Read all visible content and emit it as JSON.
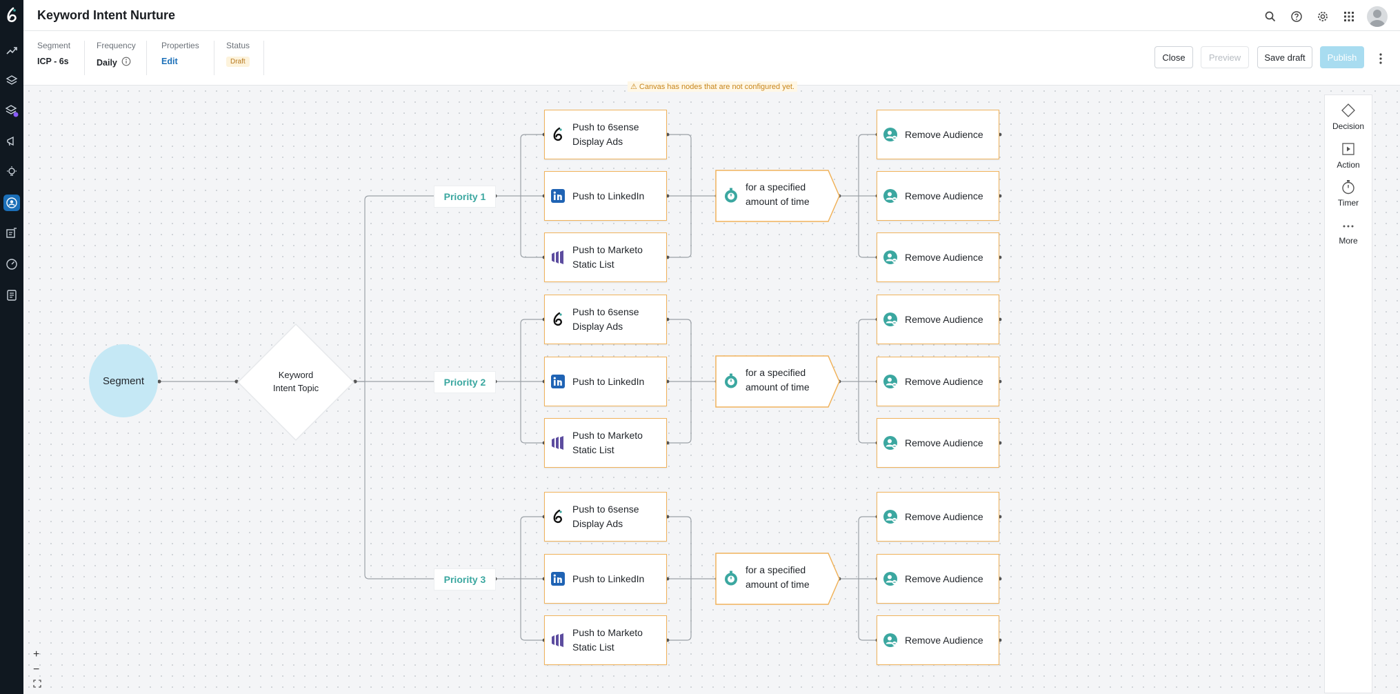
{
  "app": {
    "title": "Keyword Intent Nurture"
  },
  "meta": {
    "segment": {
      "label": "Segment",
      "value": "ICP - 6s"
    },
    "frequency": {
      "label": "Frequency",
      "value": "Daily"
    },
    "properties": {
      "label": "Properties",
      "value": "Edit"
    },
    "status": {
      "label": "Status",
      "value": "Draft"
    }
  },
  "buttons": {
    "close": "Close",
    "preview": "Preview",
    "save_draft": "Save draft",
    "publish": "Publish"
  },
  "canvas": {
    "warning": "⚠ Canvas has nodes that are not configured yet.",
    "segment_node": "Segment",
    "decision_line1": "Keyword",
    "decision_line2": "Intent Topic"
  },
  "groups": [
    {
      "priority": "Priority 1",
      "actions": [
        {
          "line1": "Push to 6sense",
          "line2": "Display Ads",
          "icon": "sixsense-icon"
        },
        {
          "line1": "Push to LinkedIn",
          "line2": "",
          "icon": "linkedin-icon"
        },
        {
          "line1": "Push to Marketo",
          "line2": "Static List",
          "icon": "marketo-icon"
        }
      ],
      "timer": {
        "line1": "for a specified",
        "line2": "amount of time"
      },
      "removes": [
        "Remove Audience",
        "Remove Audience",
        "Remove Audience"
      ]
    },
    {
      "priority": "Priority 2",
      "actions": [
        {
          "line1": "Push to 6sense",
          "line2": "Display Ads",
          "icon": "sixsense-icon"
        },
        {
          "line1": "Push to LinkedIn",
          "line2": "",
          "icon": "linkedin-icon"
        },
        {
          "line1": "Push to Marketo",
          "line2": "Static List",
          "icon": "marketo-icon"
        }
      ],
      "timer": {
        "line1": "for a specified",
        "line2": "amount of time"
      },
      "removes": [
        "Remove Audience",
        "Remove Audience",
        "Remove Audience"
      ]
    },
    {
      "priority": "Priority 3",
      "actions": [
        {
          "line1": "Push to 6sense",
          "line2": "Display Ads",
          "icon": "sixsense-icon"
        },
        {
          "line1": "Push to LinkedIn",
          "line2": "",
          "icon": "linkedin-icon"
        },
        {
          "line1": "Push to Marketo",
          "line2": "Static List",
          "icon": "marketo-icon"
        }
      ],
      "timer": {
        "line1": "for a specified",
        "line2": "amount of time"
      },
      "removes": [
        "Remove Audience",
        "Remove Audience",
        "Remove Audience"
      ]
    }
  ],
  "palette": {
    "decision": "Decision",
    "action": "Action",
    "timer": "Timer",
    "more": "More"
  },
  "zoom": {
    "in": "+",
    "out": "−"
  },
  "colors": {
    "accent": "#1b6fb8",
    "node_border": "#f0b25a",
    "teal": "#3ba7a0",
    "segment": "#c5e8f5",
    "warning": "#c7851a",
    "nav": "#101820"
  }
}
